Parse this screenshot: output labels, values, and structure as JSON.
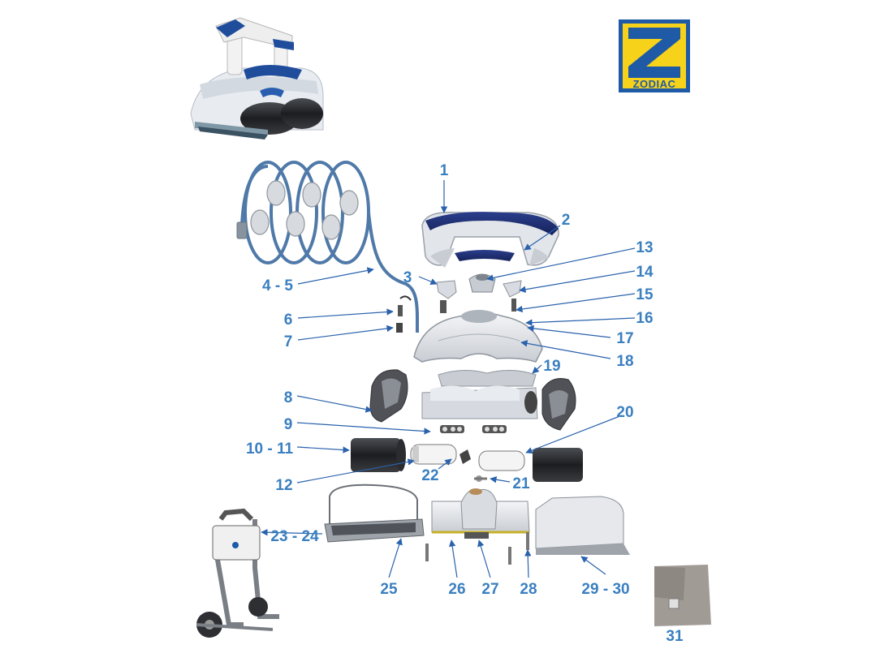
{
  "brand": {
    "name": "ZODIAC",
    "colors": {
      "blue": "#1f5aa6",
      "yellow": "#f6d21a",
      "label": "#3a7fc0"
    }
  },
  "labels": {
    "l1": "1",
    "l2": "2",
    "l3": "3",
    "l4_5": "4 - 5",
    "l6": "6",
    "l7": "7",
    "l8": "8",
    "l9": "9",
    "l10_11": "10 - 11",
    "l12": "12",
    "l13": "13",
    "l14": "14",
    "l15": "15",
    "l16": "16",
    "l17": "17",
    "l18": "18",
    "l19": "19",
    "l20": "20",
    "l21": "21",
    "l22": "22",
    "l23_24": "23 - 24",
    "l25": "25",
    "l26": "26",
    "l27": "27",
    "l28": "28",
    "l29_30": "29 - 30",
    "l31": "31"
  }
}
